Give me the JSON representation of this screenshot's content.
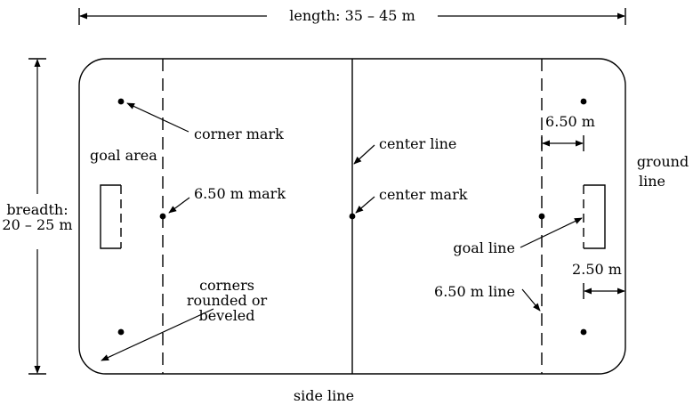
{
  "labels": {
    "length": "length: 35 – 45 m",
    "breadth_1": "breadth:",
    "breadth_2": "20 – 25 m",
    "corner_mark": "corner mark",
    "goal_area": "goal area",
    "mark_650": "6.50 m mark",
    "center_line": "center line",
    "center_mark": "center mark",
    "dim_650": "6.50 m",
    "ground_line_1": "ground",
    "ground_line_2": "line",
    "goal_line": "goal line",
    "dim_250": "2.50 m",
    "line_650": "6.50 m line",
    "corners_1": "corners",
    "corners_2": "rounded or",
    "corners_3": "beveled",
    "side_line": "side line"
  },
  "colors": {
    "ink": "#000000",
    "background": "#ffffff"
  }
}
